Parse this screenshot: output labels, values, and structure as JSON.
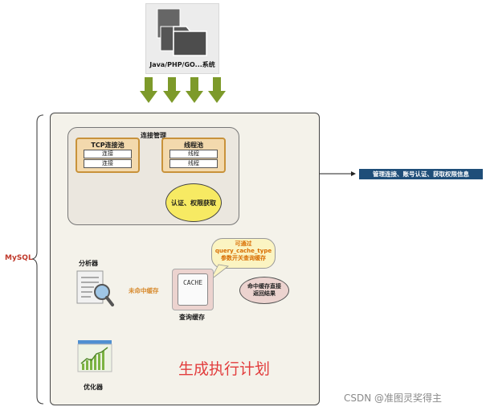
{
  "client": {
    "label": "Java/PHP/GO...系统",
    "icon": "folder-stack-icon"
  },
  "mysql_label": "MySQL",
  "connection_mgmt": {
    "title": "连接管理",
    "tcp_pool": {
      "title": "TCP连接池",
      "items": [
        "连接",
        "连接"
      ]
    },
    "thread_pool": {
      "title": "线程池",
      "items": [
        "线程",
        "线程"
      ]
    },
    "auth": "认证、权限获取",
    "side_note": "管理连接、账号认证、获取权限信息"
  },
  "cache": {
    "box_label": "CACHE",
    "caption": "查询缓存",
    "tooltip": "可通过\nquery_cache_type\n参数开关查询缓存",
    "hit_label": "命中缓存直接\n返回结果",
    "miss_label": "未命中缓存"
  },
  "analyzer": {
    "label": "分析器",
    "icon": "document-magnifier-icon"
  },
  "optimizer": {
    "label": "优化器",
    "icon": "chart-monitor-icon"
  },
  "annotation": "生成执行计划",
  "watermark": "CSDN @准图灵奖得主",
  "colors": {
    "arrow_green": "#7d9a2a",
    "pool_fill": "#f3d9ad",
    "pool_border": "#c8923b",
    "auth_fill": "#f7ea63",
    "hit_fill": "#ecd3cf",
    "tooltip_fill": "#fbf4c2",
    "tooltip_text": "#d86d00",
    "side_fill": "#1f4e79",
    "annotation_red": "#e23d3d"
  }
}
